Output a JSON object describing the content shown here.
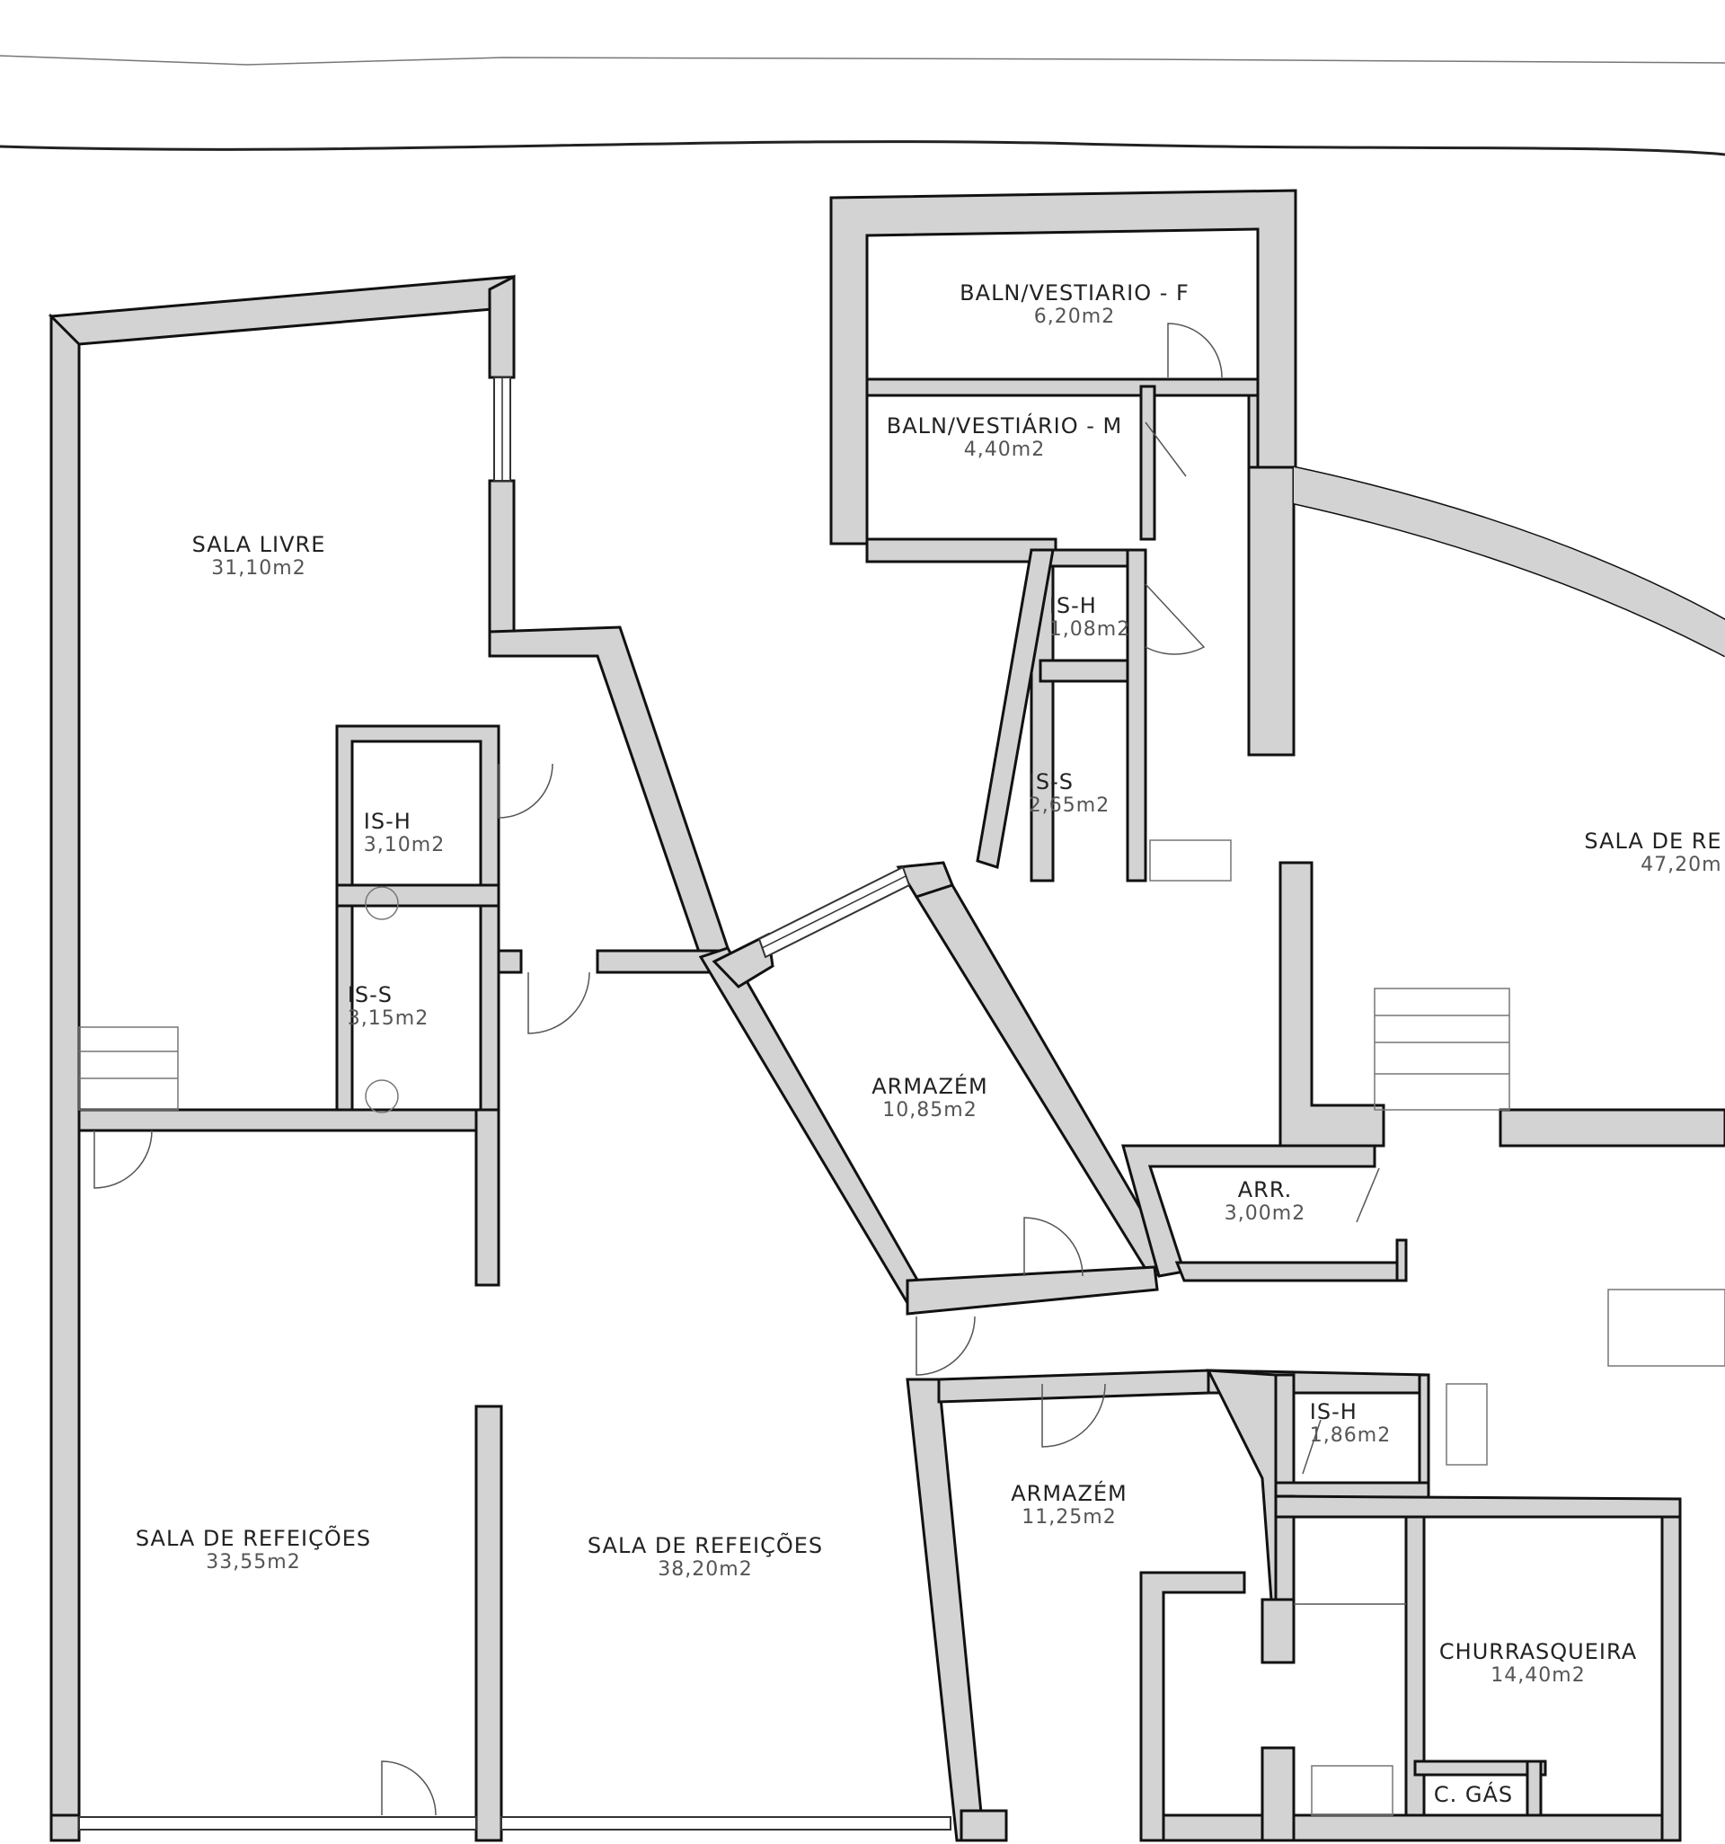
{
  "rooms": {
    "sala_livre": {
      "name": "SALA LIVRE",
      "area": "31,10m2"
    },
    "ish_1": {
      "name": "IS-H",
      "area": "3,10m2"
    },
    "iss_1": {
      "name": "IS-S",
      "area": "3,15m2"
    },
    "balneario_f": {
      "name": "BALN/VESTIARIO - F",
      "area": "6,20m2"
    },
    "balneario_m": {
      "name": "BALN/VESTIÁRIO - M",
      "area": "4,40m2"
    },
    "ish_2": {
      "name": "IS-H",
      "area": "1,08m2"
    },
    "iss_2": {
      "name": "IS-S",
      "area": "2,65m2"
    },
    "sala_refeicoes_grande": {
      "name": "SALA DE RE",
      "area": "47,20m"
    },
    "armazem_1": {
      "name": "ARMAZÉM",
      "area": "10,85m2"
    },
    "arrumos": {
      "name": "ARR.",
      "area": "3,00m2"
    },
    "sala_refeicoes_1": {
      "name": "SALA DE REFEIÇÕES",
      "area": "33,55m2"
    },
    "sala_refeicoes_2": {
      "name": "SALA DE REFEIÇÕES",
      "area": "38,20m2"
    },
    "armazem_2": {
      "name": "ARMAZÉM",
      "area": "11,25m2"
    },
    "ish_3": {
      "name": "IS-H",
      "area": "1,86m2"
    },
    "churrasqueira": {
      "name": "CHURRASQUEIRA",
      "area": "14,40m2"
    },
    "c_gas": {
      "name": "C. GÁS"
    }
  }
}
